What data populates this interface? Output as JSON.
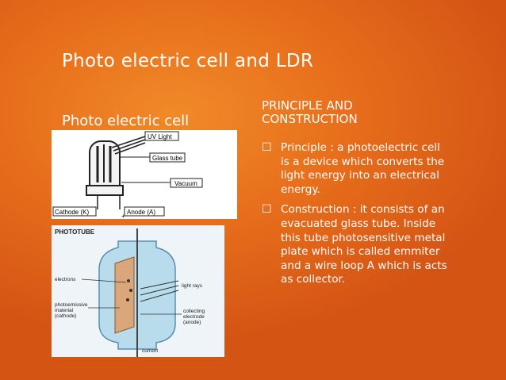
{
  "slide": {
    "title": "Photo electric cell and LDR",
    "left_heading": "Photo electric cell",
    "right_heading_line1": "PRINCIPLE AND",
    "right_heading_line2": "CONSTRUCTION",
    "bullets": [
      "Principle : a photoelectric cell is a device which converts the light energy into an electrical energy.",
      "Construction : it consists of an evacuated glass tube. Inside this tube photosensitive metal plate which is called emmiter and a wire loop A which is acts as collector."
    ],
    "bullet_icon": "hollow-square-bullet-icon"
  },
  "figure1": {
    "uv_light": "UV Light",
    "glass_tube": "Glass tube",
    "vacuum": "Vacuum",
    "cathode": "Cathode (K)",
    "anode": "Anode (A)",
    "plus": "+"
  },
  "figure2": {
    "heading": "PHOTOTUBE",
    "electrons": "electrons",
    "light_rays": "light rays",
    "photo1": "photoemissive",
    "photo2": "material",
    "photo3": "(cathode)",
    "coll1": "collecting",
    "coll2": "electrode",
    "coll3": "(anode)",
    "current": "current"
  },
  "colors": {
    "background": "#e8701c",
    "text": "#ffffff"
  }
}
